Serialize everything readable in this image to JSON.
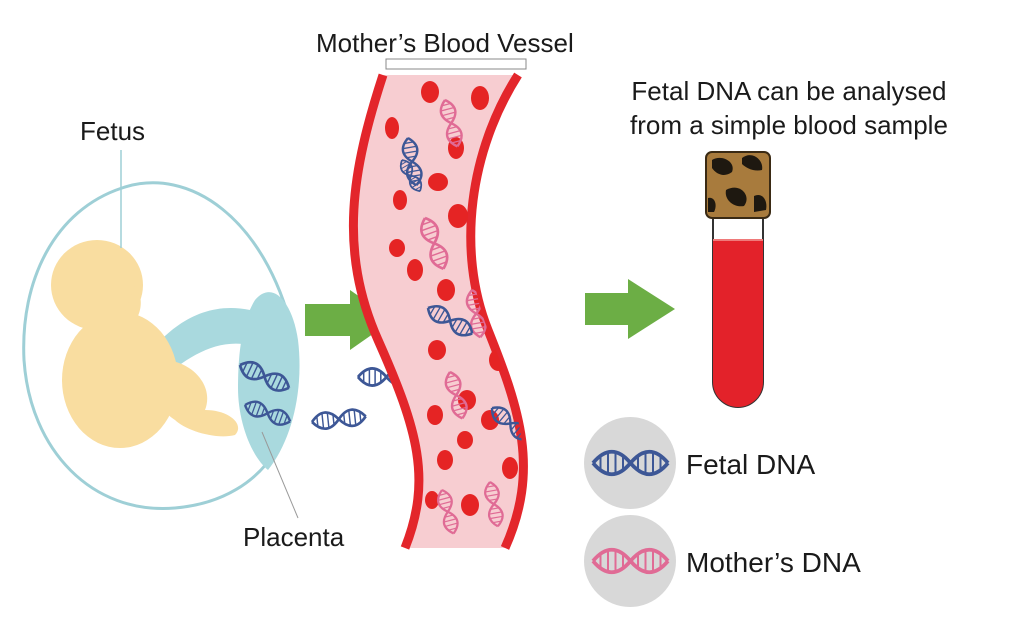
{
  "labels": {
    "fetus": "Fetus",
    "placenta": "Placenta",
    "vessel": "Mother’s Blood Vessel",
    "analysis_line1": "Fetal DNA can be analysed",
    "analysis_line2": "from a simple blood sample"
  },
  "legend": {
    "fetal": "Fetal DNA",
    "mother": "Mother’s DNA"
  },
  "colors": {
    "fetal_dna": "#3d5796",
    "mother_dna": "#e06b95",
    "vessel_wall": "#e3262b",
    "vessel_fill": "#f7cdd1",
    "blood_cell": "#e52424",
    "arrow": "#6cae45",
    "fetus": "#f9dda0",
    "placenta": "#a9d9de",
    "tube_blood": "#e3222a",
    "cap": "#a87b3d",
    "legend_circle": "#d8d8d8"
  },
  "icons": [
    "dna-helix-icon",
    "right-arrow-icon",
    "blood-tube-icon",
    "red-blood-cell-icon"
  ]
}
